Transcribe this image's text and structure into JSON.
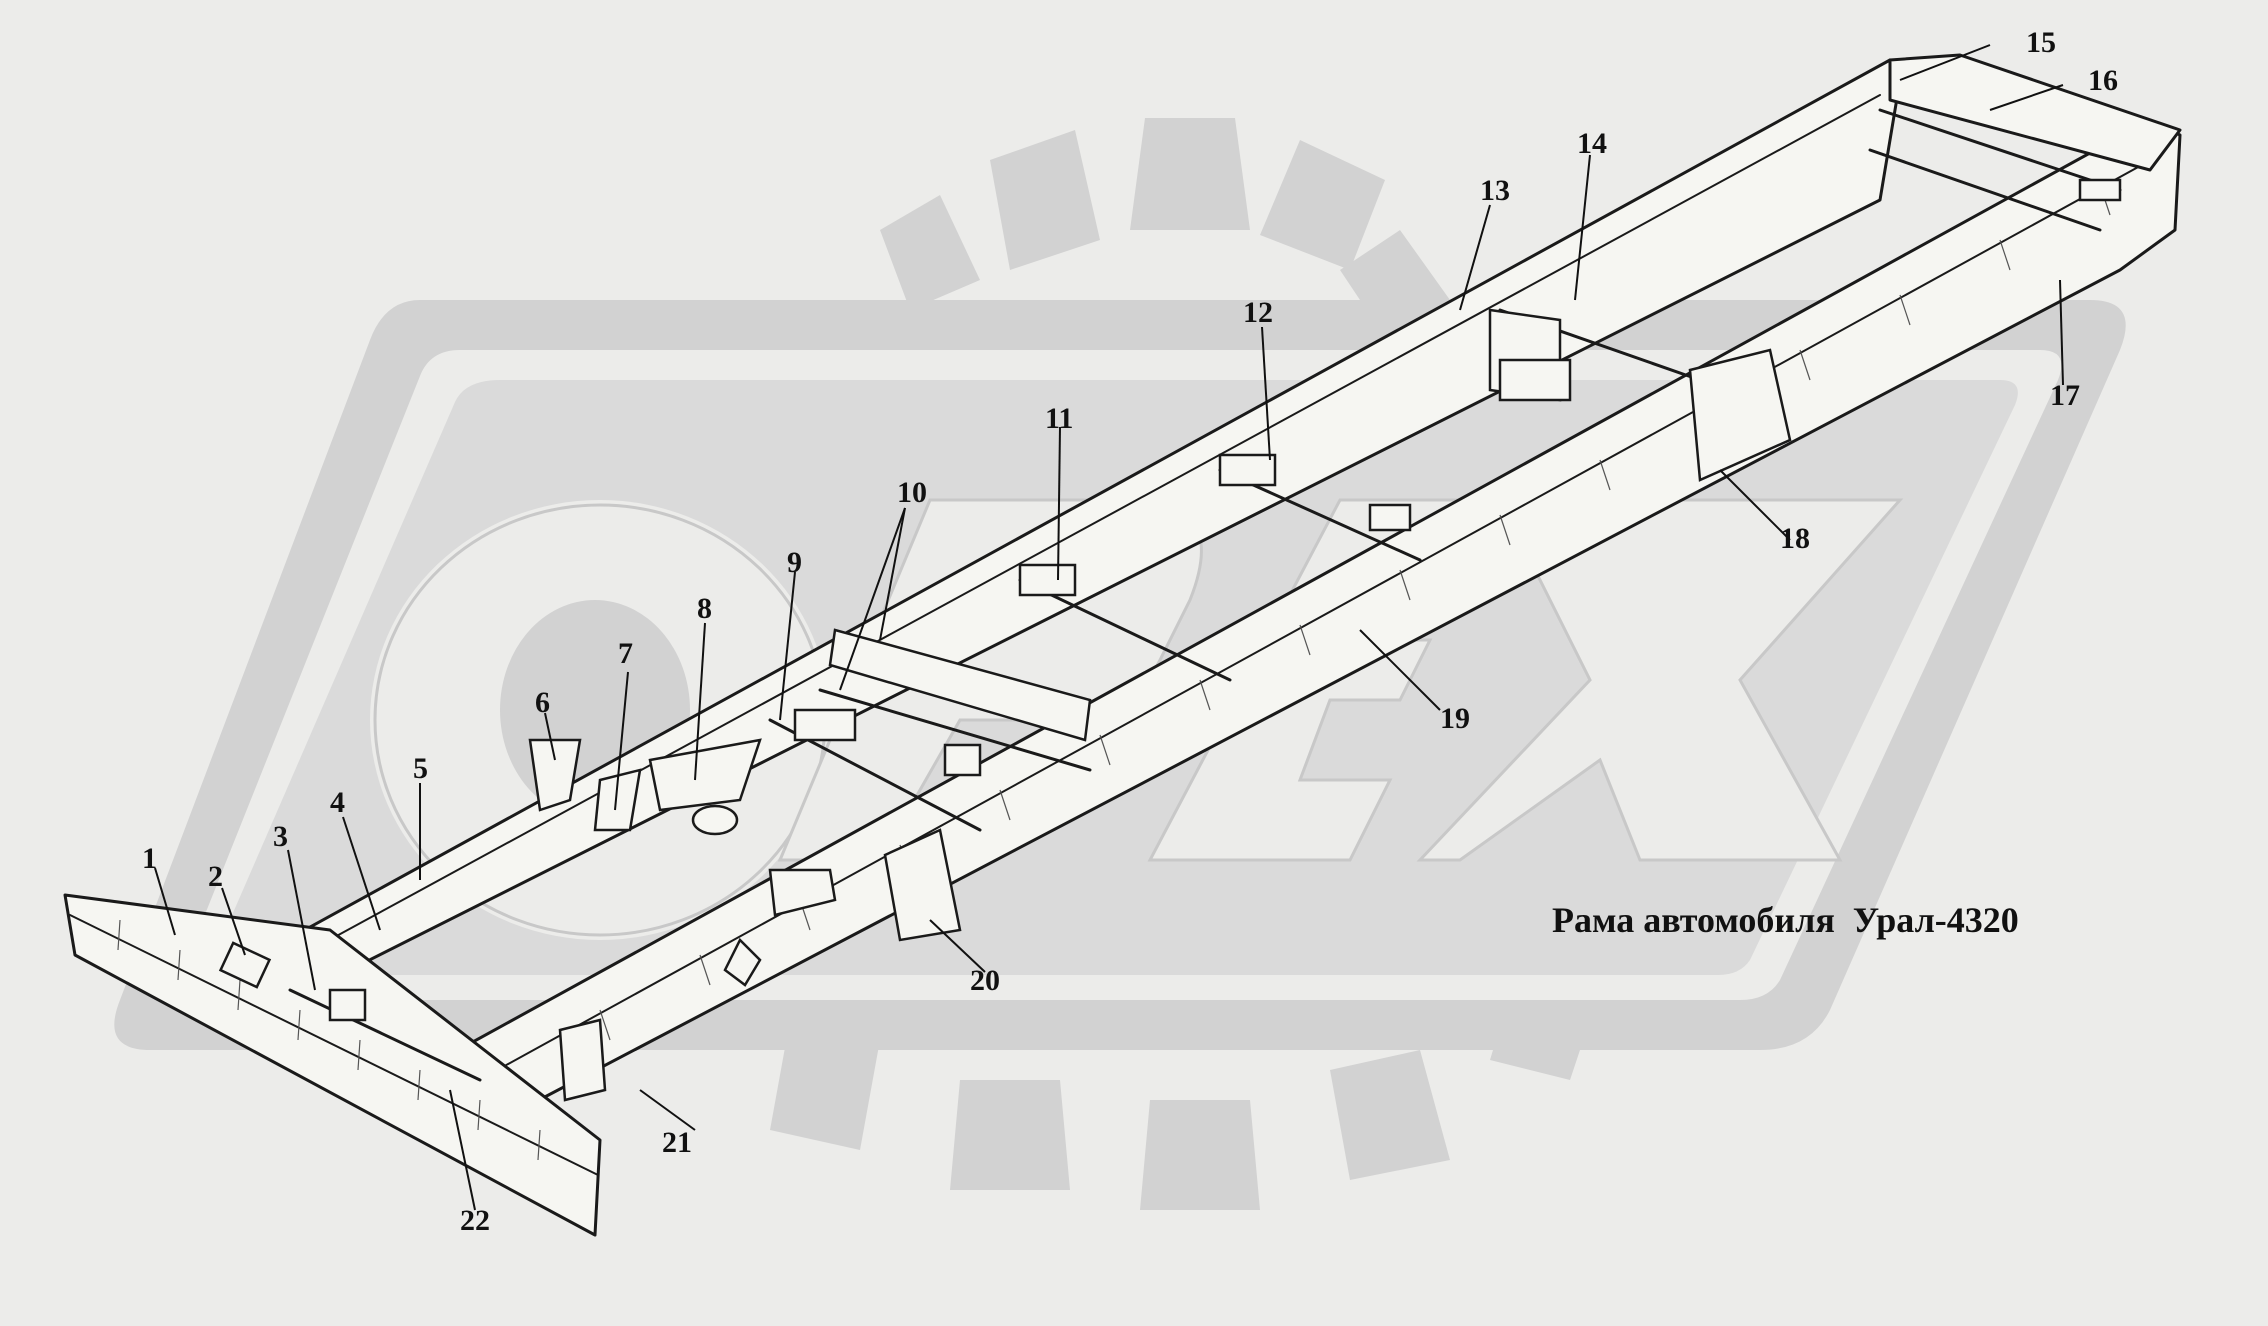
{
  "caption": "Рама автомобиля  Урал-4320",
  "watermark": {
    "letters": "OPEX",
    "color": "#d2d2d2",
    "color_dark": "#c4c4c4"
  },
  "callouts": [
    "1",
    "2",
    "3",
    "4",
    "5",
    "6",
    "7",
    "8",
    "9",
    "10",
    "11",
    "12",
    "13",
    "14",
    "15",
    "16",
    "17",
    "18",
    "19",
    "20",
    "21",
    "22"
  ],
  "colors": {
    "background": "#ececea",
    "line": "#1a1a1a",
    "paper": "#f6f6f2"
  }
}
